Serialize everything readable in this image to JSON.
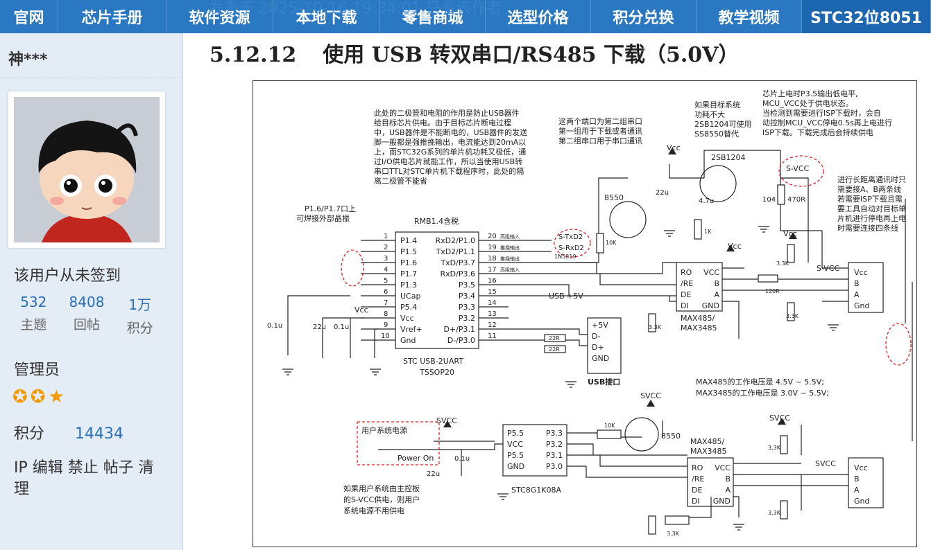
{
  "nav": {
    "items": [
      "官网",
      "芯片手册",
      "软件资源",
      "本地下载",
      "零售商城",
      "选型价格",
      "积分兑换",
      "教学视频",
      "STC32位8051"
    ],
    "ghost_text": "发表于 2025-10-16 19:34:01    只看该作者"
  },
  "sidebar": {
    "username": "神***",
    "sign_status": "该用户从未签到",
    "stats": [
      {
        "value": "532",
        "label": "主题"
      },
      {
        "value": "8408",
        "label": "回帖"
      },
      {
        "value": "1万",
        "label": "积分"
      }
    ],
    "role": "管理员",
    "stars": "✪✪★",
    "score_label": "积分",
    "score_value": "14434",
    "links": "IP 编辑 禁止 帖子 清理"
  },
  "content": {
    "section_number": "5.12.12",
    "section_title": "使用 USB 转双串口/RS485 下载（5.0V）"
  },
  "schematic": {
    "note_diode": [
      "此处的二极管和电阻的作用是防止USB器件",
      "给目标芯片供电。由于目标芯片断电过程",
      "中，USB器件是不能断电的，USB器件的发送",
      "脚一般都是强推挽输出，电流能达到20mA以",
      "上，而STC32G系列的单片机功耗又极低，通",
      "过I/O供电芯片就能工作，所以当使用USB转",
      "串口TTL对STC单片机下载程序时，此处的隔",
      "离二极管不能省"
    ],
    "note_ports": [
      "这两个端口为第二组串口",
      "第一组用于下载或者通讯",
      "第二组串口用于串口通讯"
    ],
    "note_target": [
      "如果目标系统",
      "功耗不大",
      "2SB1204可使用",
      "SS8550替代"
    ],
    "note_power": [
      "芯片上电时P3.5输出低电平,",
      "MCU_VCC处于供电状态。",
      "当检测到需要进行ISP下载时，会自",
      "动控制MCU_VCC停电0.5s再上电进行",
      "ISP下载。下载完成后会持续供电"
    ],
    "note_long": [
      "进行长距离通讯时只",
      "需要接A、B两条线",
      "若需要ISP下载且需",
      "要工具自动对目标单",
      "片机进行停电再上电",
      "时需要连接四条线"
    ],
    "note_crystal": [
      "P1.6/P1.7口上",
      "可焊接外部晶振"
    ],
    "note_voltage": [
      "MAX485的工作电压是 4.5V ~ 5.5V;",
      "MAX3485的工作电压是 3.0V ~ 5.5V;"
    ],
    "note_user": [
      "如果用户系统由主控板",
      "的S-VCC供电，则用户",
      "系统电源不用供电"
    ],
    "labels": {
      "chip_top": "RMB1.4含税",
      "chip_name": "STC USB-2UART",
      "chip_pkg": "TSSOP20",
      "chip2": "STC8G1K08A",
      "usb": "USB接口",
      "usb5v": "USB +5V",
      "vcc": "Vcc",
      "svcc": "SVCC",
      "s_vcc": "S-VCC",
      "user_power": "用户系统电源",
      "power_on": "Power On",
      "transistor1": "8550",
      "transistor2": "2SB1204",
      "transistor3": "8550",
      "max1": "MAX485/",
      "max1b": "MAX3485",
      "txd2": "S-TxD2",
      "rxd2": "S-RxD2",
      "diode": "1N5819"
    },
    "left_pins": [
      "P1.4",
      "P1.5",
      "P1.6",
      "P1.7",
      "P1.3",
      "UCap",
      "P5.4",
      "Vcc",
      "Vref+",
      "Gnd"
    ],
    "right_pins": [
      "RxD2/P1.0",
      "TxD2/P1.1",
      "TxD/P3.7",
      "RxD/P3.6",
      "P3.5",
      "P3.4",
      "P3.3",
      "P3.2",
      "D+/P3.1",
      "D-/P3.0"
    ],
    "left_nums": [
      "1",
      "2",
      "3",
      "4",
      "5",
      "6",
      "7",
      "8",
      "9",
      "10"
    ],
    "right_nums": [
      "20",
      "19",
      "18",
      "17",
      "16",
      "15",
      "14",
      "13",
      "12",
      "11"
    ],
    "small_labels": [
      "高阻输入",
      "推挽输出",
      "推挽输出",
      "高阻输入"
    ],
    "usb_pins": [
      "+5V",
      "D-",
      "D+",
      "GND"
    ],
    "max_pins_left": [
      "RO",
      "/RE",
      "DE",
      "DI"
    ],
    "max_pins_right": [
      "VCC",
      "B",
      "A",
      "GND"
    ],
    "conn_pins": [
      "Vcc",
      "B",
      "A",
      "Gnd"
    ],
    "chip2_left": [
      "P5.5",
      "VCC",
      "P5.5",
      "GND"
    ],
    "chip2_right": [
      "P3.3",
      "P3.2",
      "P3.1",
      "P3.0"
    ],
    "values": {
      "c01a": "0.1u",
      "c22a": "22u",
      "c01b": "0.1u",
      "r22a": "22R",
      "r22b": "22R",
      "c22b": "22u",
      "c47": "4.7u",
      "c104": "104",
      "r470": "470R",
      "r1k": "1K",
      "r10k": "10K",
      "r33": "3.3K",
      "r120": "120R",
      "c01c": "0.1u",
      "c22c": "22u",
      "r10k2": "10K"
    }
  }
}
